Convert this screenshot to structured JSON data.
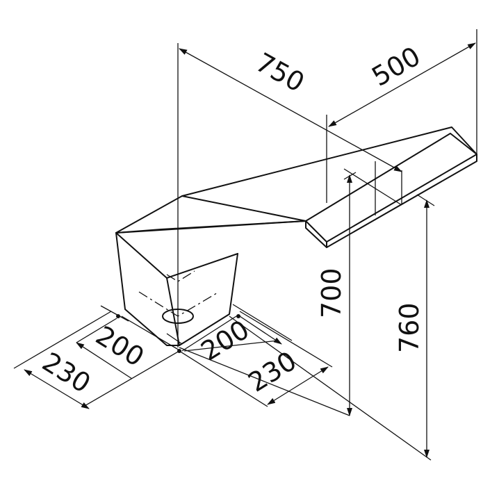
{
  "dimensions": {
    "overall_length": "750",
    "plate_length": "500",
    "plate_height": "700",
    "overall_height": "760",
    "base_left_inner": "200",
    "base_left_outer": "230",
    "base_right_inner": "200",
    "base_right_outer": "230"
  }
}
